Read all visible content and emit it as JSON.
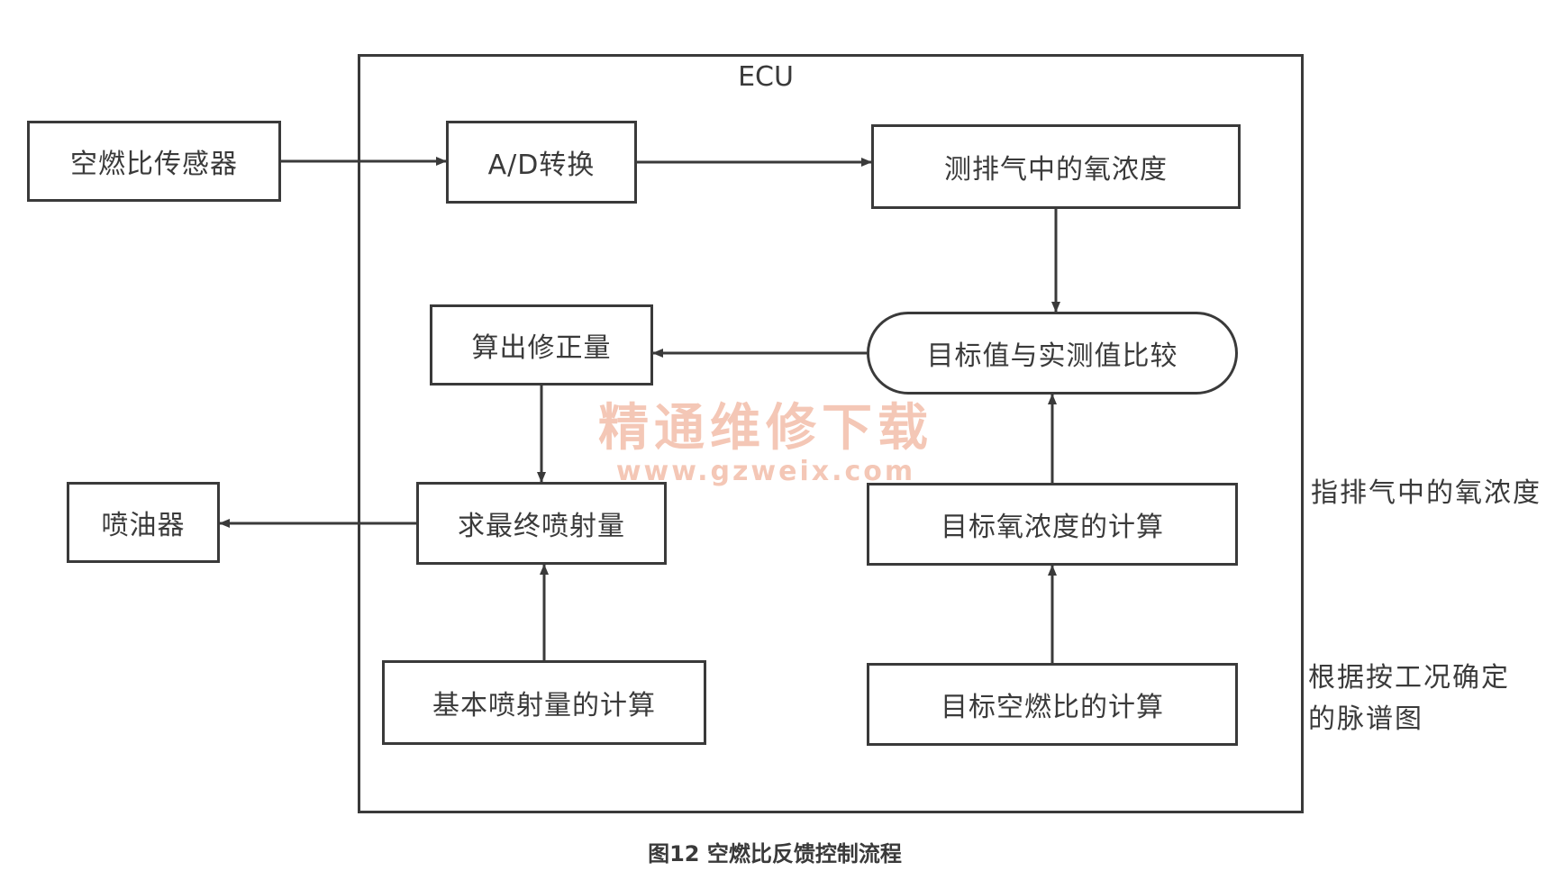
{
  "diagram": {
    "ecu_label": "ECU",
    "nodes": {
      "sensor": "空燃比传感器",
      "ad_convert": "A/D转换",
      "measure_o2": "测排气中的氧浓度",
      "compare": "目标值与实测值比较",
      "correction": "算出修正量",
      "final_injection": "求最终喷射量",
      "injector": "喷油器",
      "target_o2": "目标氧浓度的计算",
      "basic_injection": "基本喷射量的计算",
      "target_afr": "目标空燃比的计算"
    },
    "notes": {
      "o2_note": "指排气中的氧浓度",
      "map_note_line1": "根据按工况确定",
      "map_note_line2": "的脉谱图"
    },
    "edges": [
      {
        "from": "sensor",
        "to": "ad_convert"
      },
      {
        "from": "ad_convert",
        "to": "measure_o2"
      },
      {
        "from": "measure_o2",
        "to": "compare"
      },
      {
        "from": "compare",
        "to": "correction"
      },
      {
        "from": "correction",
        "to": "final_injection"
      },
      {
        "from": "final_injection",
        "to": "injector"
      },
      {
        "from": "basic_injection",
        "to": "final_injection"
      },
      {
        "from": "target_afr",
        "to": "target_o2"
      },
      {
        "from": "target_o2",
        "to": "compare"
      }
    ]
  },
  "watermark": {
    "name": "精通维修下载",
    "url": "www.gzweix.com"
  },
  "caption": "图12 空燃比反馈控制流程",
  "colors": {
    "line": "#3a3a3a",
    "watermark": "#f4c7b6"
  }
}
